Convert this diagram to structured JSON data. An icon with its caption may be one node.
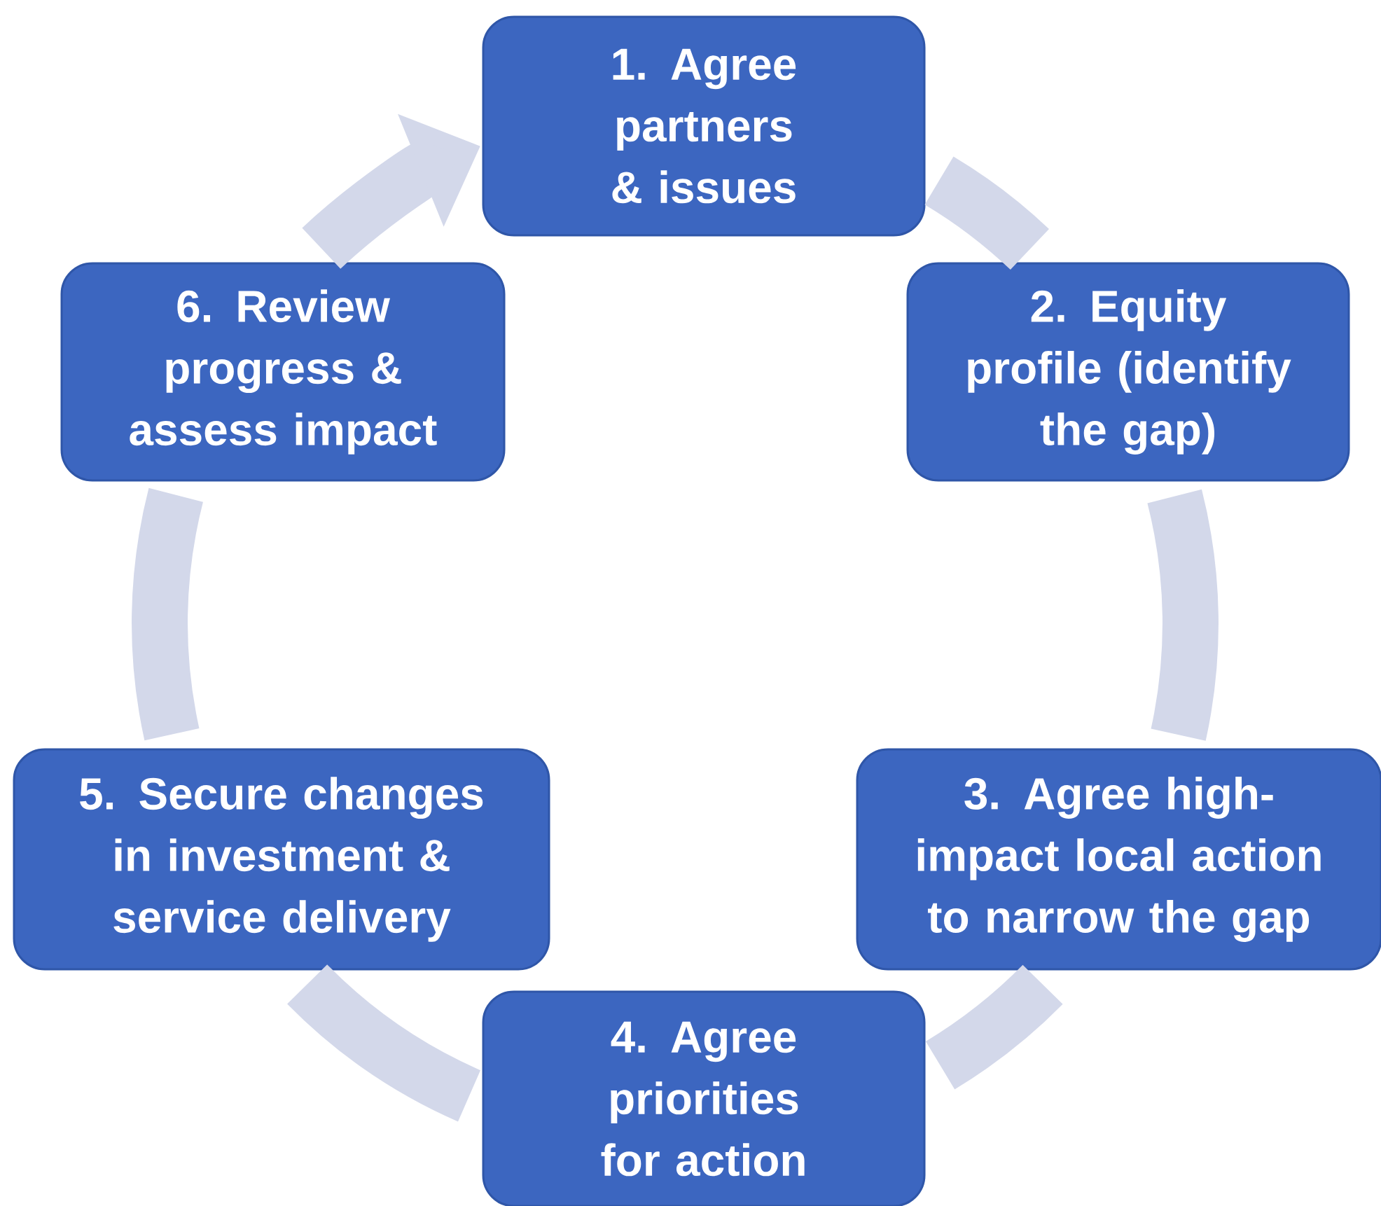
{
  "diagram": {
    "nodes": [
      {
        "text": [
          "1. Agree partners & issues"
        ]
      },
      {
        "text": [
          "2. Equity profile (identify the gap)"
        ]
      },
      {
        "text": [
          "3. Agree high-impact local action to narrow the gap"
        ]
      },
      {
        "text": [
          "4. Agree priorities for action"
        ]
      },
      {
        "text": [
          "5. Secure changes in investment & service delivery"
        ]
      },
      {
        "text": [
          "6. Review progress & assess impact"
        ]
      }
    ],
    "edges": [
      {
        "from": 0,
        "to": 1,
        "arrow": "none"
      },
      {
        "from": 1,
        "to": 2,
        "arrow": "none"
      },
      {
        "from": 2,
        "to": 3,
        "arrow": "none"
      },
      {
        "from": 3,
        "to": 4,
        "arrow": "none"
      },
      {
        "from": 4,
        "to": 5,
        "arrow": "none"
      },
      {
        "from": 5,
        "to": 0,
        "arrow": "to"
      }
    ]
  }
}
